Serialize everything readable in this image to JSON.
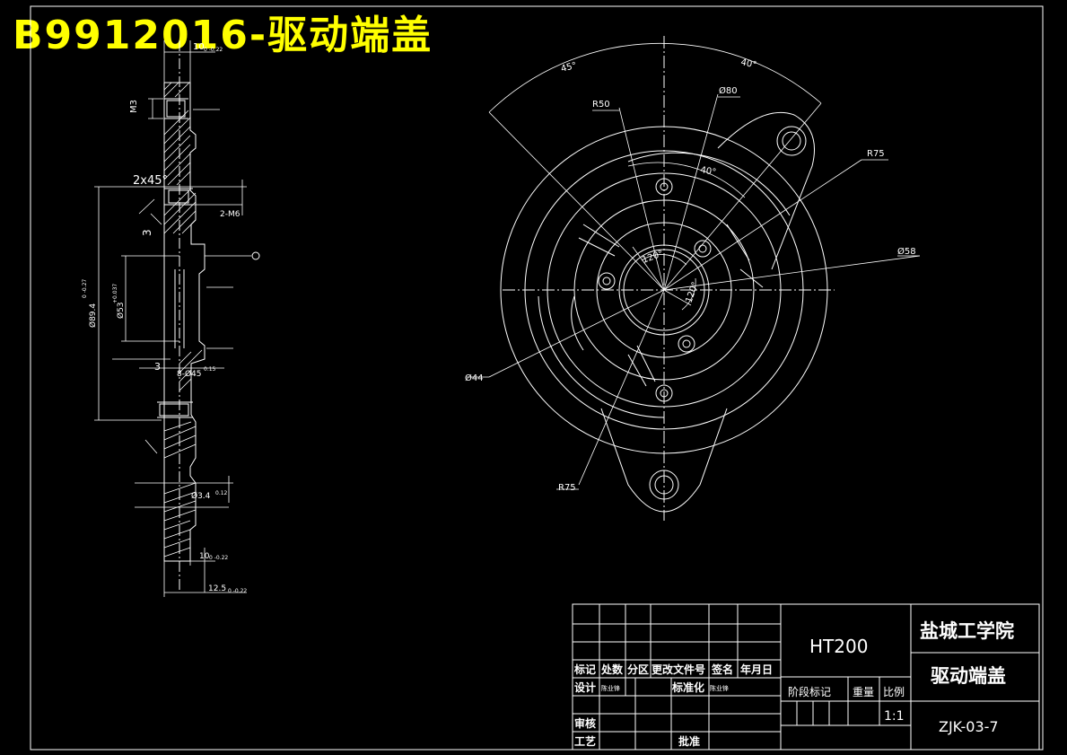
{
  "banner": {
    "text": "B9912016-驱动端盖",
    "color": "#ffff00"
  },
  "colors": {
    "background": "#000000",
    "lines": "#ffffff",
    "banner": "#ffff00"
  },
  "section_view": {
    "dims": {
      "top_h": "10",
      "top_tol": "0\n-0.22",
      "m3": "M3",
      "chamfer": "2x45°",
      "thread": "2-M6",
      "three_a": "3",
      "d89": "Ø89.4",
      "d89_tol": "0\n-0.27",
      "d53": "Ø53",
      "d53_tol": "+0.037",
      "three_b": "3",
      "holes": "8-Ø45",
      "holes_tol": "0.15",
      "d3": "Ø3.4",
      "d3_tol": "0.12",
      "ten": "10",
      "ten_tol": "0\n-0.22",
      "twelve": "12.5",
      "twelve_tol": "0\n-0.22"
    }
  },
  "front_view": {
    "angle_45": "45°",
    "angle_40_top": "40°",
    "r50": "R50",
    "d80": "Ø80",
    "r75_top": "R75",
    "angle_40_inner": "40°",
    "d58": "Ø58",
    "angle_120a": "120°",
    "angle_120b": "120°",
    "d44": "Ø44",
    "r75_bottom": "R75"
  },
  "title_block": {
    "material": "HT200",
    "school": "盐城工学院",
    "part_name": "驱动端盖",
    "drawing_no": "ZJK-03-7",
    "scale": "1:1",
    "stage_mark": "阶段标记",
    "weight": "重量",
    "ratio": "比例",
    "row_labels": [
      "标记",
      "处数",
      "分区",
      "更改文件号",
      "签名",
      "年月日"
    ],
    "design": "设计",
    "design_name": "陈业锋",
    "standard": "标准化",
    "standard_name": "陈业锋",
    "review": "审核",
    "process": "工艺",
    "approve": "批准"
  }
}
